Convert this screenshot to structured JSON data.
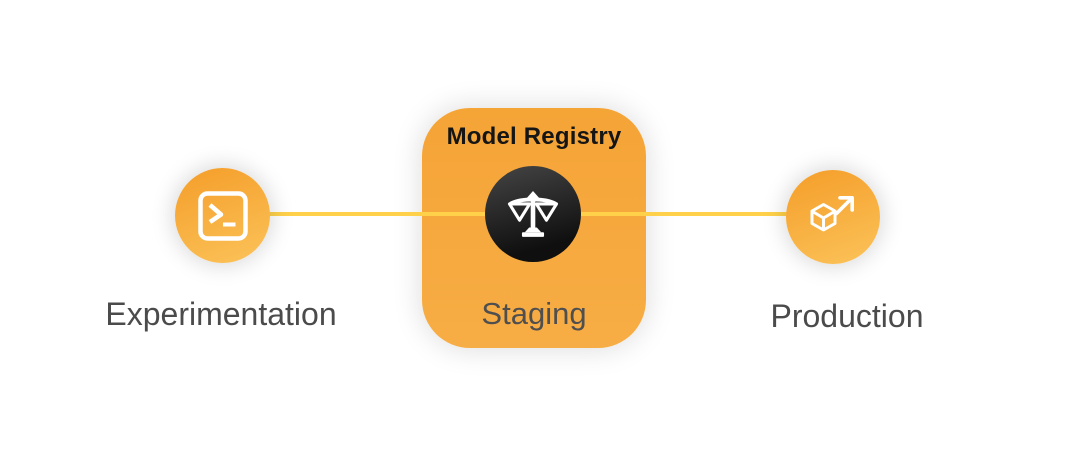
{
  "diagram": {
    "registry": {
      "title": "Model Registry"
    },
    "stages": [
      {
        "id": "experimentation",
        "label": "Experimentation",
        "icon": "terminal-icon"
      },
      {
        "id": "staging",
        "label": "Staging",
        "icon": "scales-icon"
      },
      {
        "id": "production",
        "label": "Production",
        "icon": "cube-arrow-icon"
      }
    ],
    "connector": {
      "style": "solid-line"
    },
    "colors": {
      "background": "#FFFFFF",
      "connector": "#FFD14A",
      "node_grad_start": "#F5A12E",
      "node_grad_end": "#FBC157",
      "registry_grad_start": "#F5A436",
      "registry_grad_end": "#F7AD45",
      "badge_grad_start": "#454545",
      "badge_grad_end": "#0F0F0F",
      "registry_title": "#151515",
      "staging_label": "#4F4F4F",
      "label": "#4B4B4B",
      "icon": "#FFFFFF"
    }
  }
}
